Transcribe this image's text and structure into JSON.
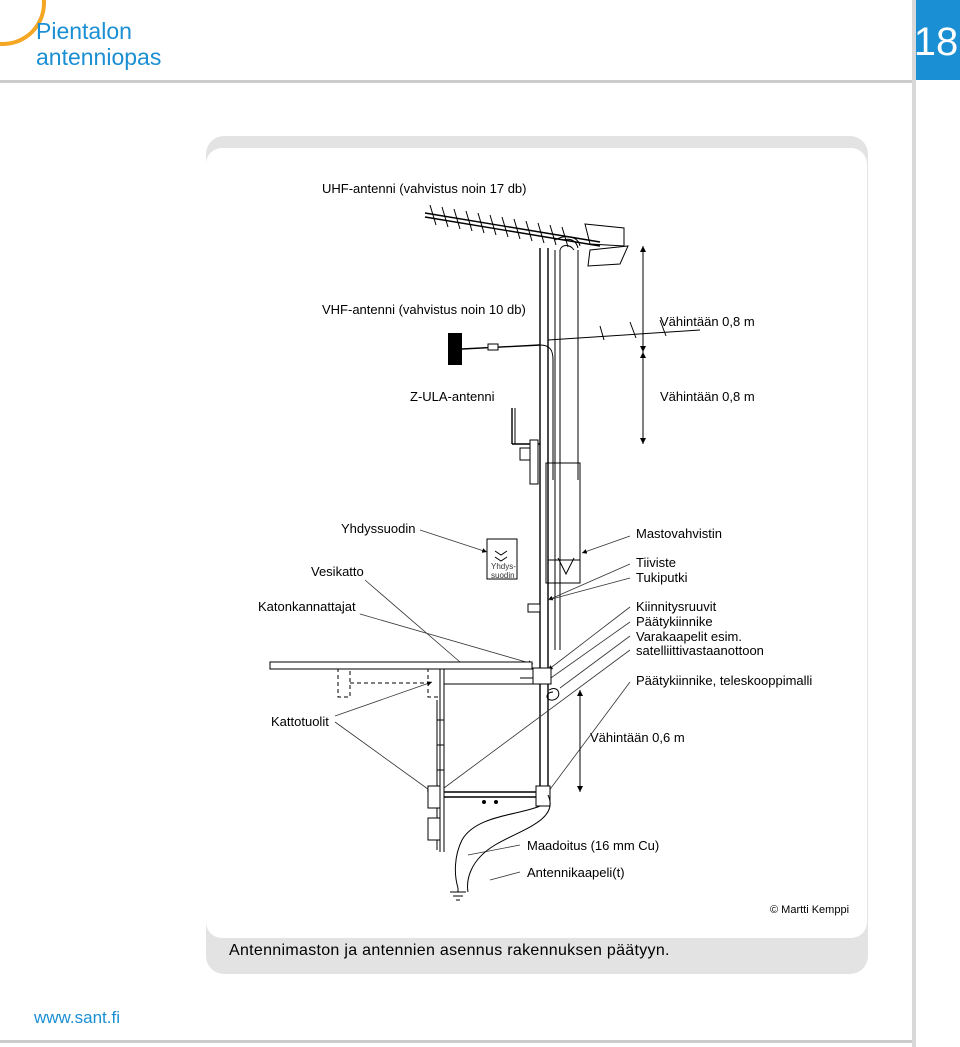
{
  "header": {
    "title_line1": "Pientalon",
    "title_line2": "antenniopas",
    "page_number": "18"
  },
  "diagram": {
    "labels": {
      "uhf": "UHF-antenni (vahvistus noin 17 db)",
      "vhf": "VHF-antenni (vahvistus noin 10 db)",
      "min08_a": "Vähintään 0,8 m",
      "zula": "Z-ULA-antenni",
      "min08_b": "Vähintään 0,8 m",
      "yhdyssuodin": "Yhdyssuodin",
      "mastovahvistin": "Mastovahvistin",
      "vesikatto": "Vesikatto",
      "box_line1": "Yhdys-",
      "box_line2": "suodin",
      "tiiviste": "Tiiviste",
      "tukiputki": "Tukiputki",
      "katonkannattajat": "Katonkannattajat",
      "kiinnitysruuvit": "Kiinnitysruuvit",
      "paatykiinnike": "Päätykiinnike",
      "varakaapelit": "Varakaapelit esim.",
      "satelliitti": "satelliittivastaanottoon",
      "teleskooppi": "Päätykiinnike, teleskooppimalli",
      "kattotuolit": "Kattotuolit",
      "min06": "Vähintään 0,6 m",
      "maadoitus": "Maadoitus (16 mm Cu)",
      "antennikaapeli": "Antennikaapeli(t)",
      "credit": "© Martti Kemppi"
    }
  },
  "caption": "Antennimaston ja antennien asennus rakennuksen päätyyn.",
  "footer": {
    "url": "www.sant.fi"
  },
  "colors": {
    "accent": "#1b8fd4",
    "corner": "#f5a623",
    "panel": "#e3e3e3"
  }
}
